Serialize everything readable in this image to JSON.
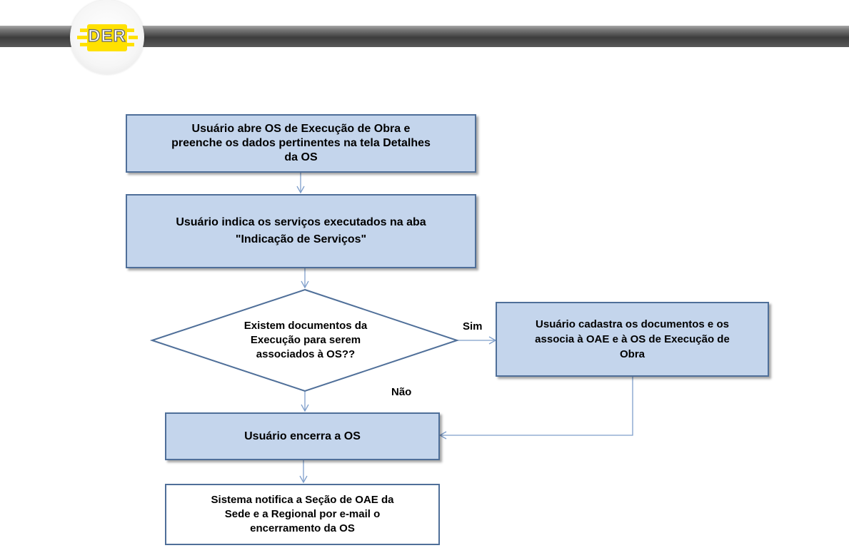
{
  "header": {
    "logo_text": "DER"
  },
  "flowchart": {
    "step1": "Usuário  abre OS de Execução de Obra e\npreenche os dados pertinentes na tela Detalhes\nda OS",
    "step2": "Usuário indica os serviços executados na aba\n\"Indicação de Serviços\"",
    "decision": "Existem documentos da\nExecução para serem\nassociados à OS??",
    "branch_yes": "Sim",
    "branch_no": "Não",
    "step_yes": "Usuário cadastra os documentos e os\nassocia à OAE e à OS de Execução de\nObra",
    "step3": "Usuário encerra a OS",
    "step4": "Sistema notifica a Seção de OAE da\nSede  e a Regional por e-mail o\nencerramento da  OS"
  },
  "colors": {
    "box_fill": "#c4d5ec",
    "box_border": "#4f6f99",
    "connector": "#7f9fcb",
    "logo_yellow": "#ffe100"
  }
}
